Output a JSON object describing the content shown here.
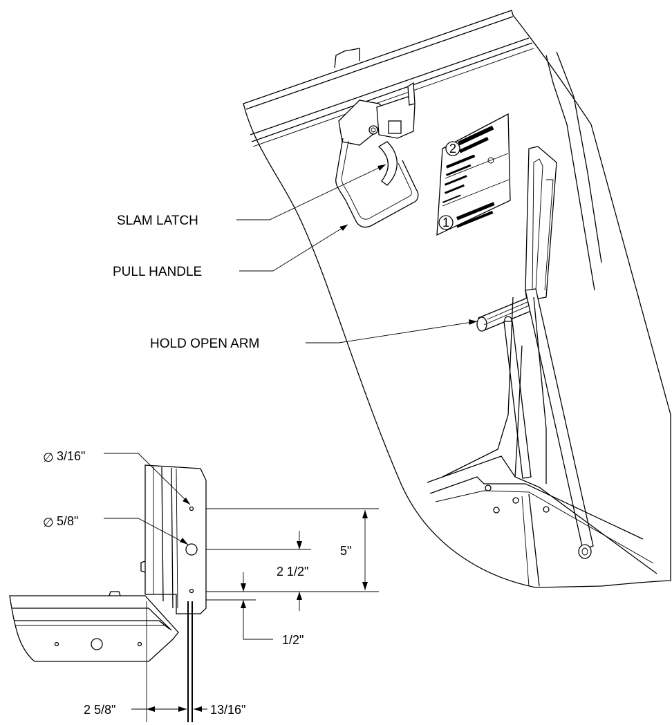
{
  "callouts": {
    "slam_latch": "SLAM LATCH",
    "pull_handle": "PULL HANDLE",
    "hold_open_arm": "HOLD OPEN ARM"
  },
  "dimensions": {
    "hole_small": "3/16\"",
    "hole_large": "5/8\"",
    "height_5": "5\"",
    "height_2_1_2": "2 1/2\"",
    "offset_1_2": "1/2\"",
    "width_2_5_8": "2 5/8\"",
    "width_13_16": "13/16\""
  },
  "symbols": {
    "diameter": "∅"
  },
  "decal": {
    "step_2_number": "2",
    "step_1_number": "1"
  }
}
